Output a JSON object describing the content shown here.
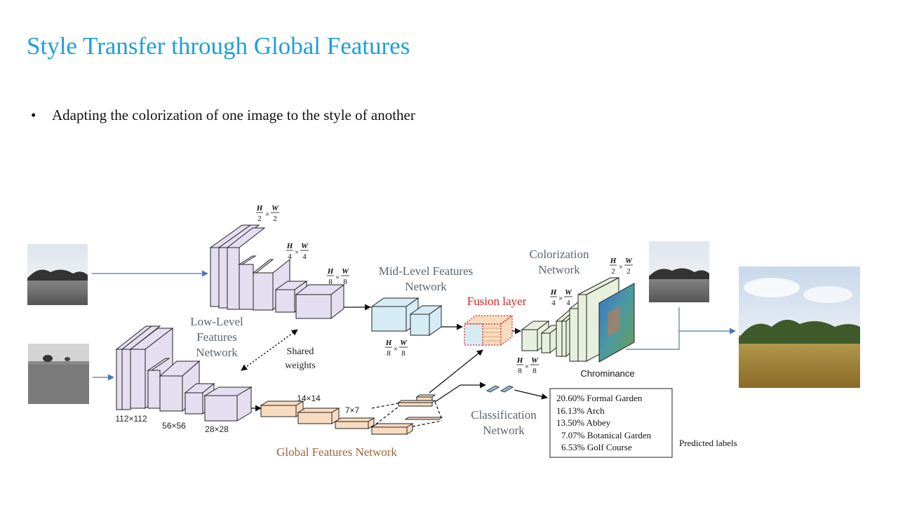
{
  "slide": {
    "title": "Style Transfer through Global Features",
    "bullets": [
      "Adapting the colorization of one image to the style of another"
    ]
  },
  "diagram": {
    "low_level_label": [
      "Low-Level",
      "Features",
      "Network"
    ],
    "mid_level_label": [
      "Mid-Level Features",
      "Network"
    ],
    "fusion_label": "Fusion layer",
    "colorization_label": [
      "Colorization",
      "Network"
    ],
    "global_label": "Global Features Network",
    "classification_label": [
      "Classification",
      "Network"
    ],
    "shared_weights_label": [
      "Shared",
      "weights"
    ],
    "chrominance_label": "Chrominance",
    "predicted_labels_caption": "Predicted labels",
    "size_labels": {
      "s112": "112×112",
      "s56": "56×56",
      "s28": "28×28",
      "s14": "14×14",
      "s7": "7×7"
    },
    "predictions": [
      "20.60% Formal Garden",
      "16.13% Arch",
      "13.50% Abbey",
      "7.07% Botanical Garden",
      "6.53% Golf Course"
    ],
    "colors": {
      "title": "#1ba1d8",
      "low_level_fill": "#e4def0",
      "mid_level_fill": "#d6ecf4",
      "colorization_fill": "#e6f0dc",
      "global_fill": "#f8dcc0",
      "fusion_border": "#e02020",
      "label_gray": "#5a6670",
      "global_label": "#a0643c",
      "arrow_blue": "#4a78b8"
    }
  }
}
